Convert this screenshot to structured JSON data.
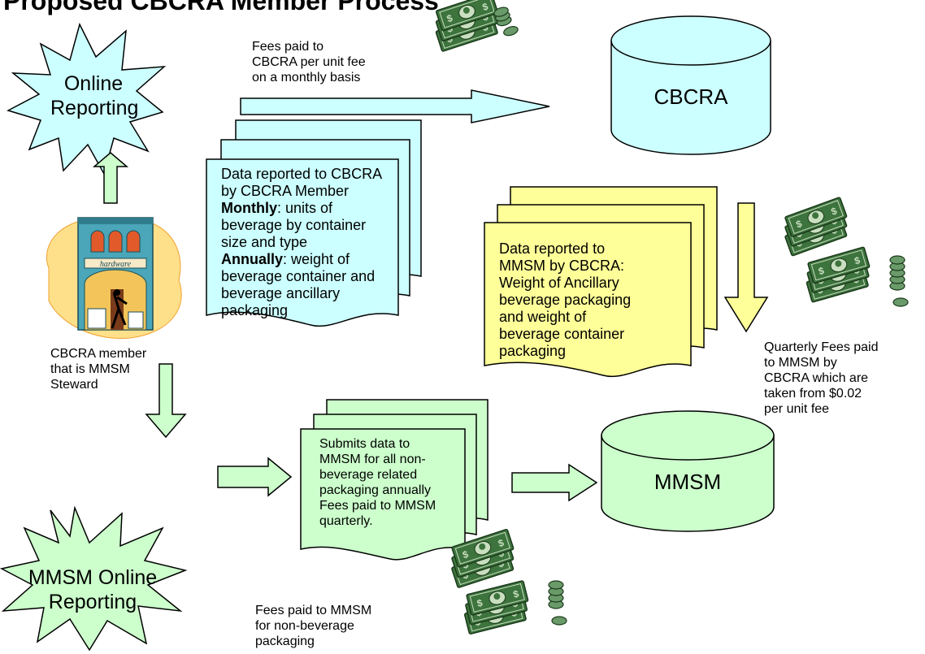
{
  "title": "Proposed CBCRA Member Process",
  "online_reporting": {
    "line1": "Online",
    "line2": "Reporting"
  },
  "mmsm_online_reporting": {
    "line1": "MMSM Online",
    "line2": "Reporting"
  },
  "fees_to_cbcra": {
    "line1": "Fees paid to",
    "line2": "CBCRA per unit fee",
    "line3": "on a monthly basis"
  },
  "cbcra_db": "CBCRA",
  "mmsm_db": "MMSM",
  "member_data_doc": {
    "line1": "Data reported to CBCRA",
    "line2": "by CBCRA Member",
    "monthly_label": "Monthly",
    "line3_rest": ": units of",
    "line4": "beverage by container",
    "line5": "size and type",
    "annually_label": "Annually",
    "line6_rest": ": weight of",
    "line7": "beverage container and",
    "line8": "beverage ancillary",
    "line9": "packaging"
  },
  "cbcra_data_doc": {
    "line1": "Data reported to",
    "line2": "MMSM by CBCRA:",
    "line3": "Weight of Ancillary",
    "line4": "beverage packaging",
    "line5": "and weight of",
    "line6": "beverage container",
    "line7": "packaging"
  },
  "store_caption": {
    "line1": "CBCRA member",
    "line2": "that is MMSM",
    "line3": "Steward"
  },
  "store_sign": "hardware",
  "quarterly_fees": {
    "line1": "Quarterly Fees paid",
    "line2": "to MMSM by",
    "line3": "CBCRA which are",
    "line4": "taken from  $0.02",
    "line5": "per unit fee"
  },
  "submit_doc": {
    "line1": "Submits data to",
    "line2": "MMSM for all non-",
    "line3": "beverage related",
    "line4": "packaging annually",
    "line5": "Fees paid to MMSM",
    "line6": "quarterly."
  },
  "fees_to_mmsm": {
    "line1": "Fees paid to MMSM",
    "line2": "for non-beverage",
    "line3": "packaging"
  },
  "colors": {
    "cyan": "#ccffff",
    "yellow": "#ffff99",
    "green": "#ccffcc",
    "money_dark": "#2f5e2f",
    "money_mid": "#5f9a5f",
    "money_light": "#c9dfc0"
  }
}
